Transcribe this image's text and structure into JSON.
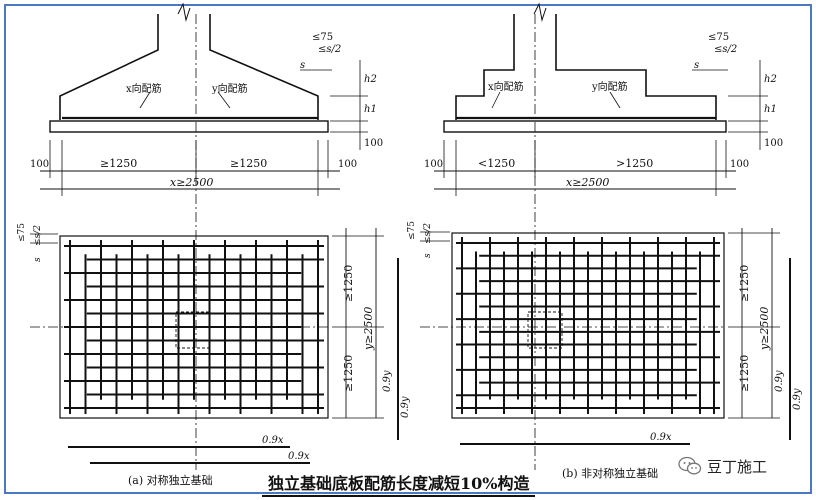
{
  "title": "独立基础底板配筋长度减短10%构造",
  "panel_a": {
    "caption": "(a)  对称独立基础",
    "x_rebar_label": "x向配筋",
    "y_rebar_label": "y向配筋",
    "dim_100_left": "100",
    "dim_100_right": "100",
    "dim_left_half": "≥1250",
    "dim_right_half": "≥1250",
    "dim_total": "x≥2500",
    "dim_75": "≤75",
    "dim_s2": "≤s/2",
    "dim_s": "s",
    "dim_h2": "h2",
    "dim_h1": "h1",
    "dim_100_vert": "100",
    "plan_dim_top": "≥1250",
    "plan_dim_bottom": "≥1250",
    "plan_dim_total": "y≥2500",
    "plan_09y": "0.9y",
    "plan_09x": "0.9x",
    "plan_09x_2": "0.9x",
    "plan_09y_2": "0.9y",
    "plan_75": "≤75",
    "plan_s2": "≤s/2",
    "plan_s": "s"
  },
  "panel_b": {
    "caption": "(b)  非对称独立基础",
    "x_rebar_label": "x向配筋",
    "y_rebar_label": "y向配筋",
    "dim_100_left": "100",
    "dim_100_right": "100",
    "dim_left_half": "<1250",
    "dim_right_half": ">1250",
    "dim_total": "x≥2500",
    "dim_75": "≤75",
    "dim_s2": "≤s/2",
    "dim_s": "s",
    "dim_h2": "h2",
    "dim_h1": "h1",
    "dim_100_vert": "100",
    "plan_dim_top": "≥1250",
    "plan_dim_bottom": "≥1250",
    "plan_dim_total": "y≥2500",
    "plan_09y": "0.9y",
    "plan_09x": "0.9x",
    "plan_09y_2": "0.9y",
    "plan_75": "≤75",
    "plan_s2": "≤s/2",
    "plan_s": "s"
  },
  "brand": {
    "name": "豆丁施工",
    "icon": "wechat-icon"
  },
  "colors": {
    "frame": "#4a78c2",
    "ink": "#111111"
  }
}
